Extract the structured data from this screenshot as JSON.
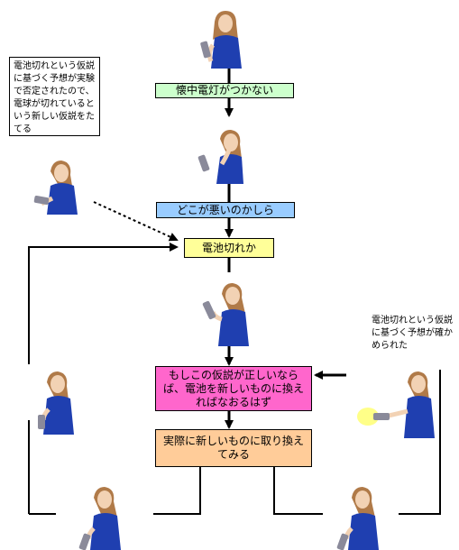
{
  "nodes": {
    "flashlight_dead": {
      "label": "懐中電灯がつかない",
      "color": "#ccffcc"
    },
    "what_is_wrong": {
      "label": "どこが悪いのかしら",
      "color": "#99ccff"
    },
    "battery_dead": {
      "label": "電池切れか",
      "color": "#ffff99"
    },
    "if_hypothesis": {
      "label": "もしこの仮説が正しいならば、電池を新しいものに換えればなおるはず",
      "color": "#ff66cc"
    },
    "try_replace": {
      "label": "実際に新しいものに取り換えてみる",
      "color": "#ffcc99"
    }
  },
  "notes": {
    "rejected": "電池切れという仮説に基づく予想が実験で否定されたので、電球が切れているという新しい仮説をたてる",
    "confirmed": "電池切れという仮説に基づく予想が確かめられた"
  },
  "figures": [
    {
      "name": "woman-holding-flashlight",
      "state": "holding"
    },
    {
      "name": "woman-thinking",
      "state": "thinking"
    },
    {
      "name": "woman-examining-flashlight-left",
      "state": "examining"
    },
    {
      "name": "woman-pointing-flashlight",
      "state": "pointing"
    },
    {
      "name": "woman-left-side",
      "state": "holding"
    },
    {
      "name": "woman-flashlight-lit",
      "state": "lit"
    },
    {
      "name": "woman-bottom-left",
      "state": "examining"
    },
    {
      "name": "woman-bottom-right",
      "state": "examining"
    }
  ],
  "colors": {
    "dress": "#1f3fb0",
    "hair": "#b07a48",
    "skin": "#f2d2b4",
    "flashlight": "#8a8a9a",
    "beam": "#ffff88"
  }
}
